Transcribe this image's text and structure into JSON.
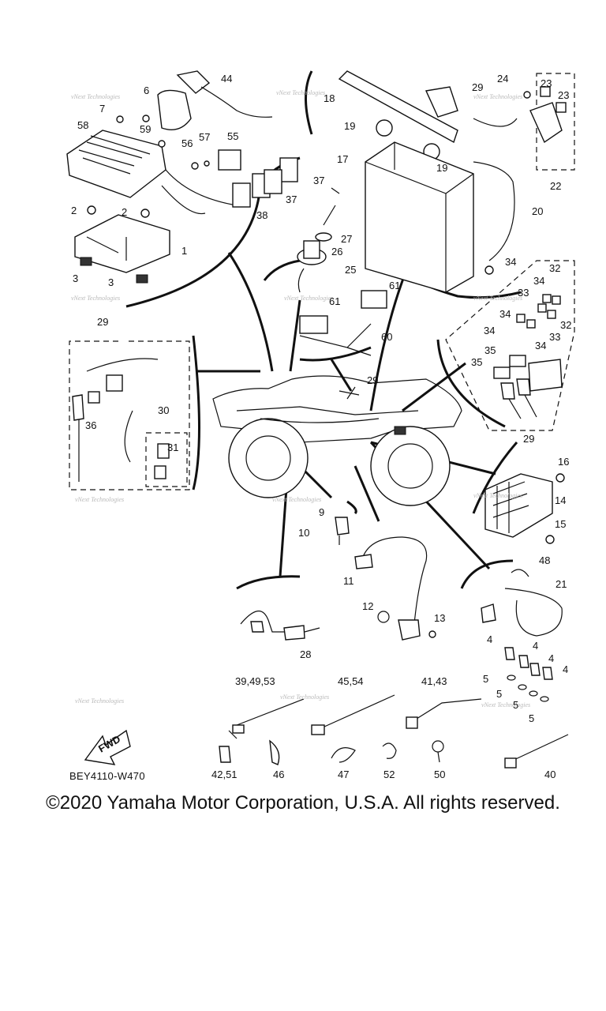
{
  "diagram": {
    "code": "BEY4110-W470",
    "fwd_label": "FWD",
    "watermark": "vNext Technologies",
    "part_numbers": [
      "44",
      "6",
      "7",
      "59",
      "58",
      "56",
      "57",
      "55",
      "37",
      "37",
      "38",
      "2",
      "2",
      "1",
      "3",
      "3",
      "18",
      "29",
      "24",
      "23",
      "23",
      "22",
      "19",
      "19",
      "17",
      "20",
      "34",
      "27",
      "26",
      "25",
      "61",
      "61",
      "60",
      "32",
      "34",
      "33",
      "34",
      "32",
      "34",
      "34",
      "33",
      "29",
      "36",
      "30",
      "31",
      "35",
      "35",
      "29",
      "29",
      "16",
      "14",
      "15",
      "9",
      "10",
      "11",
      "12",
      "13",
      "48",
      "21",
      "28",
      "4",
      "4",
      "4",
      "4",
      "5",
      "5",
      "5",
      "5",
      "39,49,53",
      "45,54",
      "41,43",
      "42,51",
      "46",
      "47",
      "52",
      "50",
      "40"
    ]
  },
  "footer": {
    "copyright": "©2020 Yamaha Motor Corporation, U.S.A. All rights reserved."
  }
}
